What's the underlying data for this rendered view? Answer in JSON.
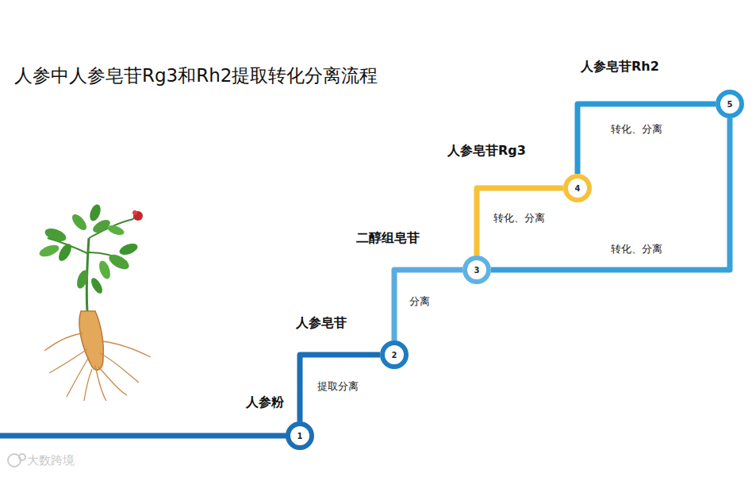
{
  "diagram": {
    "title": "人参中人参皂苷Rg3和Rh2提取转化分离流程",
    "nodes": [
      {
        "text": [
          "人参粉",
          "1"
        ]
      },
      {
        "text": [
          "人参皂苷",
          "2"
        ]
      },
      {
        "text": [
          "二醇组皂苷",
          "3"
        ]
      },
      {
        "text": [
          "人参皂苷Rg3",
          "4"
        ]
      },
      {
        "text": [
          "人参皂苷Rh2",
          "5"
        ]
      }
    ],
    "edges": [
      {
        "from": 0,
        "to": 1,
        "arrow": "none",
        "label": "提取分离"
      },
      {
        "from": 1,
        "to": 2,
        "arrow": "none",
        "label": "分离"
      },
      {
        "from": 2,
        "to": 3,
        "arrow": "none",
        "label": "转化、分离"
      },
      {
        "from": 3,
        "to": 4,
        "arrow": "none",
        "label": "转化、分离"
      },
      {
        "from": 2,
        "to": 4,
        "arrow": "none",
        "label": "转化、分离"
      }
    ],
    "labels": [
      "大数跨境"
    ]
  }
}
